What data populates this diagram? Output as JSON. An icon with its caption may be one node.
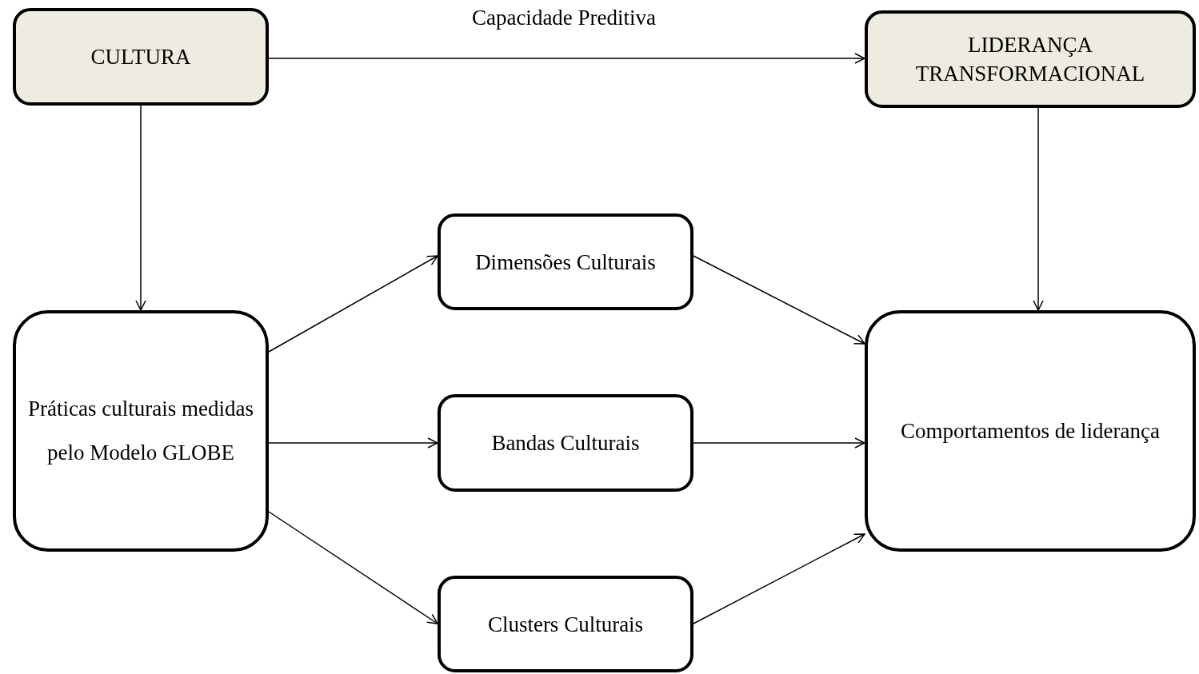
{
  "diagram": {
    "nodes": [
      {
        "text": [
          "CULTURA"
        ]
      },
      {
        "text": [
          "LIDERANÇA TRANSFORMACIONAL"
        ]
      },
      {
        "text": [
          "Práticas culturais medidas pelo Modelo GLOBE"
        ]
      },
      {
        "text": [
          "Dimensões Culturais"
        ]
      },
      {
        "text": [
          "Bandas Culturais"
        ]
      },
      {
        "text": [
          "Clusters Culturais"
        ]
      },
      {
        "text": [
          "Comportamentos de liderança"
        ]
      }
    ],
    "edges": [
      {
        "from": 0,
        "to": 1,
        "arrow": "to",
        "label": "Capacidade Preditiva"
      },
      {
        "from": 0,
        "to": 2,
        "arrow": "to"
      },
      {
        "from": 1,
        "to": 6,
        "arrow": "to"
      },
      {
        "from": 2,
        "to": 3,
        "arrow": "to"
      },
      {
        "from": 2,
        "to": 4,
        "arrow": "to"
      },
      {
        "from": 2,
        "to": 5,
        "arrow": "to"
      },
      {
        "from": 3,
        "to": 6,
        "arrow": "to"
      },
      {
        "from": 4,
        "to": 6,
        "arrow": "to"
      },
      {
        "from": 5,
        "to": 6,
        "arrow": "to"
      }
    ]
  }
}
